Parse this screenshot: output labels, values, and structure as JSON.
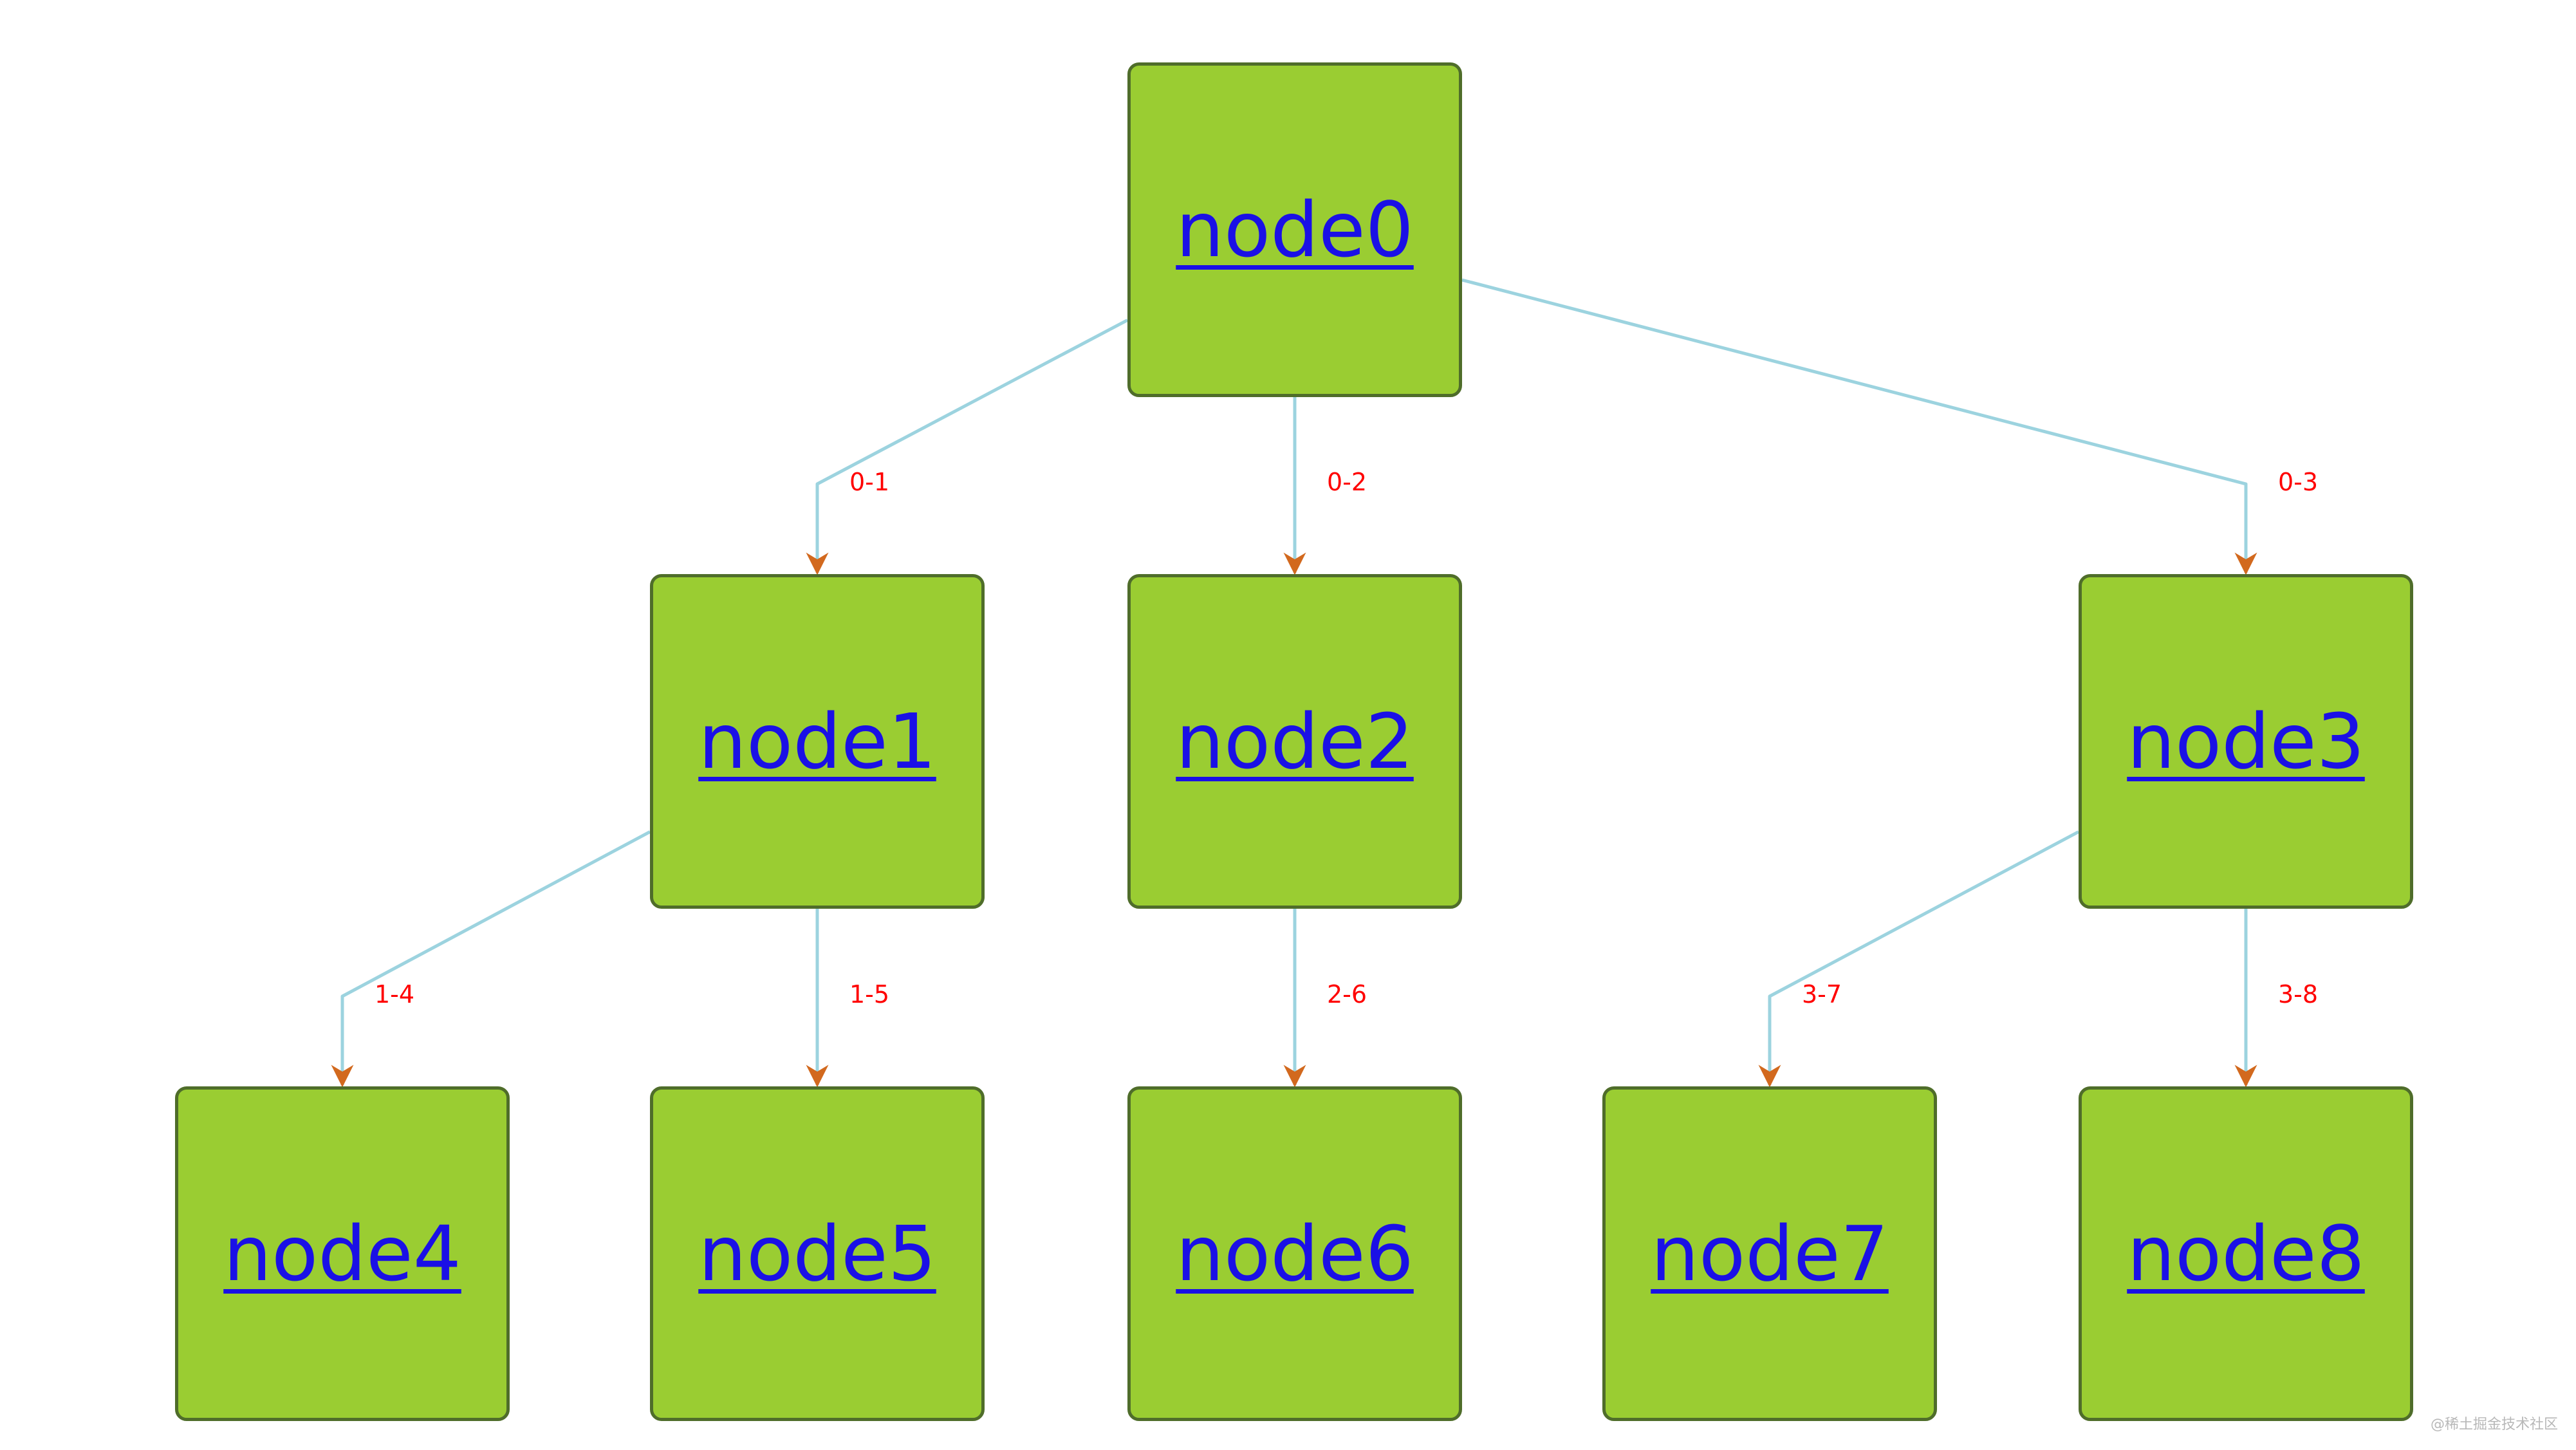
{
  "diagram": {
    "colors": {
      "node_fill": "#9acd32",
      "node_border": "#4f6d2a",
      "node_text": "#1a10e6",
      "edge_line": "#9cd3df",
      "arrow_head": "#d2691e",
      "edge_label": "#ff0000"
    },
    "nodes": [
      {
        "id": "node0",
        "label": "node0"
      },
      {
        "id": "node1",
        "label": "node1"
      },
      {
        "id": "node2",
        "label": "node2"
      },
      {
        "id": "node3",
        "label": "node3"
      },
      {
        "id": "node4",
        "label": "node4"
      },
      {
        "id": "node5",
        "label": "node5"
      },
      {
        "id": "node6",
        "label": "node6"
      },
      {
        "id": "node7",
        "label": "node7"
      },
      {
        "id": "node8",
        "label": "node8"
      }
    ],
    "edges": [
      {
        "from": "node0",
        "to": "node1",
        "label": "0-1"
      },
      {
        "from": "node0",
        "to": "node2",
        "label": "0-2"
      },
      {
        "from": "node0",
        "to": "node3",
        "label": "0-3"
      },
      {
        "from": "node1",
        "to": "node4",
        "label": "1-4"
      },
      {
        "from": "node1",
        "to": "node5",
        "label": "1-5"
      },
      {
        "from": "node2",
        "to": "node6",
        "label": "2-6"
      },
      {
        "from": "node3",
        "to": "node7",
        "label": "3-7"
      },
      {
        "from": "node3",
        "to": "node8",
        "label": "3-8"
      }
    ]
  },
  "watermark": "@稀土掘金技术社区"
}
